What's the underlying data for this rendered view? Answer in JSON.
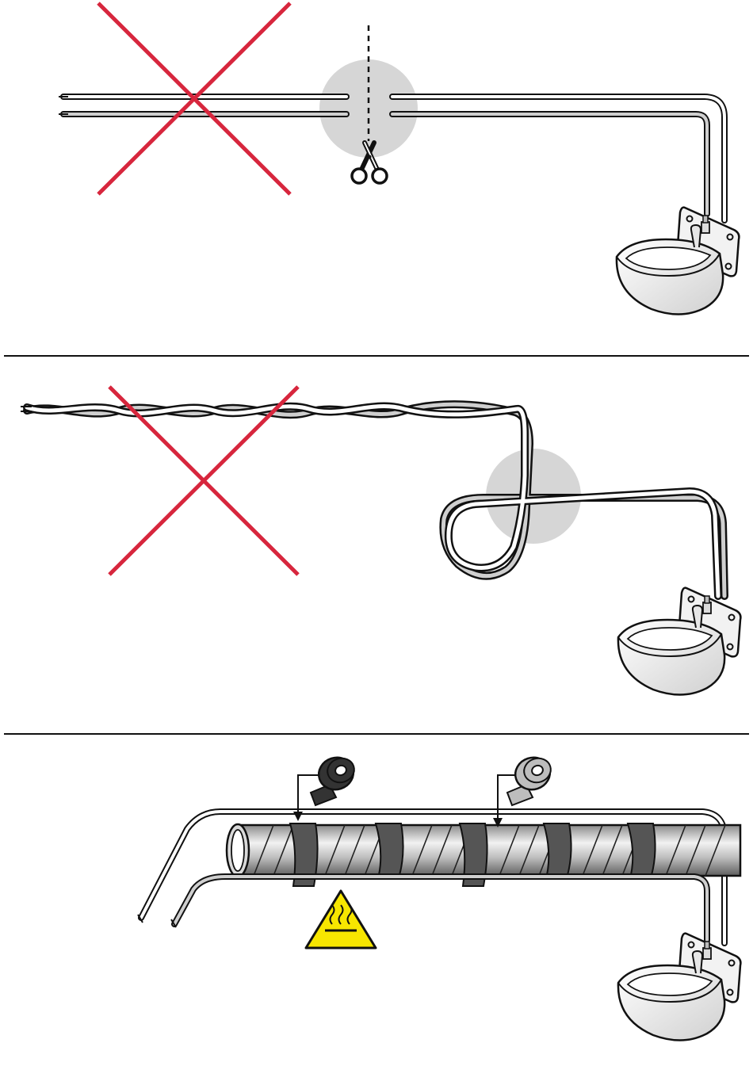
{
  "colors": {
    "cross": "#d7263d",
    "outline": "#111111",
    "cable_fill": "#ffffff",
    "cable_shade": "#cfcfcf",
    "highlight": "#d6d6d6",
    "pipe_light": "#e6e6e6",
    "pipe_dark": "#6b6b6b",
    "tape_black": "#555555",
    "tape_gray": "#bdbdbd",
    "warning_yellow": "#f7e600"
  },
  "panels": [
    {
      "id": "do-not-cut-cable",
      "crossed": true
    },
    {
      "id": "do-not-cross-cable",
      "crossed": true
    },
    {
      "id": "tape-cable-to-pipe",
      "crossed": false
    }
  ],
  "icons": [
    "scissors-icon",
    "tape-roll-black-icon",
    "tape-roll-gray-icon",
    "hot-surface-warning-icon",
    "water-bowl-icon"
  ]
}
